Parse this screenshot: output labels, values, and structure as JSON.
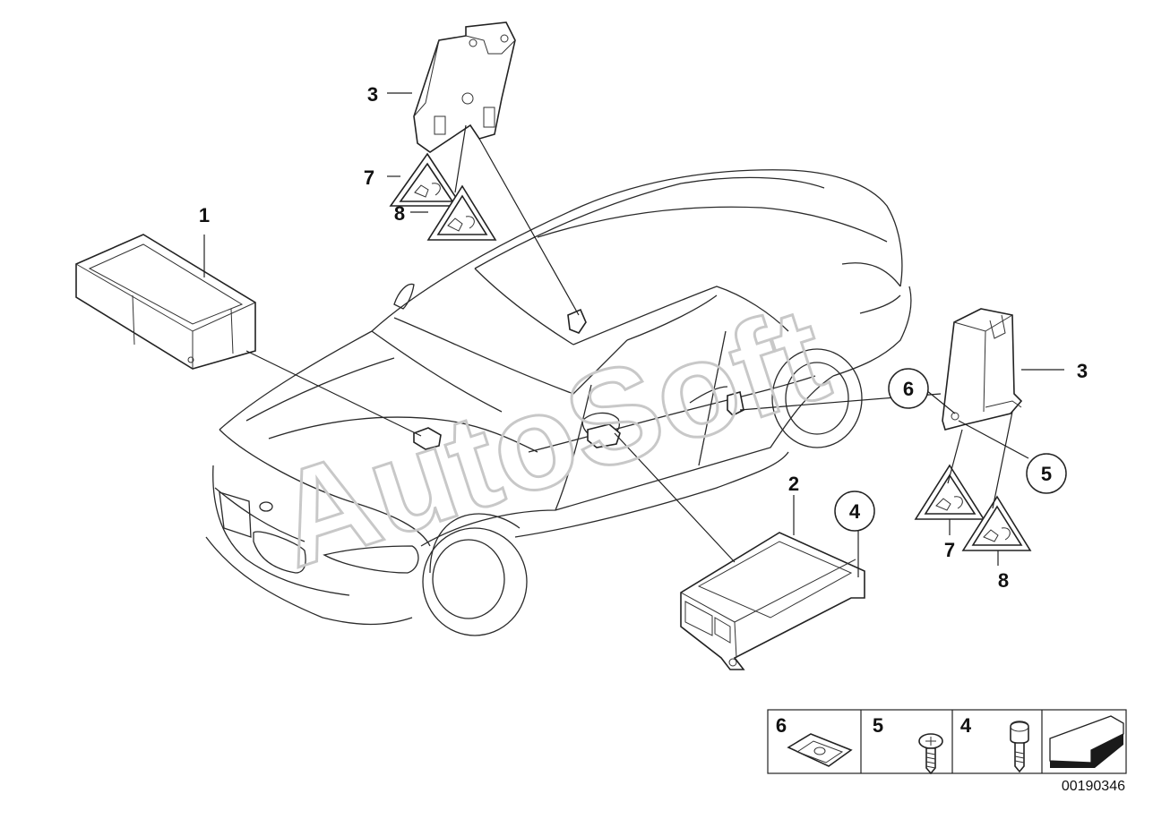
{
  "diagram": {
    "document_number": "00190346",
    "watermark": "AutoSoft",
    "callouts": {
      "c1": "1",
      "c2": "2",
      "c3_top": "3",
      "c3_right": "3",
      "c4": "4",
      "c5": "5",
      "c6": "6",
      "c7_top": "7",
      "c7_right": "7",
      "c8_top": "8",
      "c8_right": "8"
    },
    "legend": {
      "cell_a": "6",
      "cell_b": "5",
      "cell_c": "4"
    }
  }
}
